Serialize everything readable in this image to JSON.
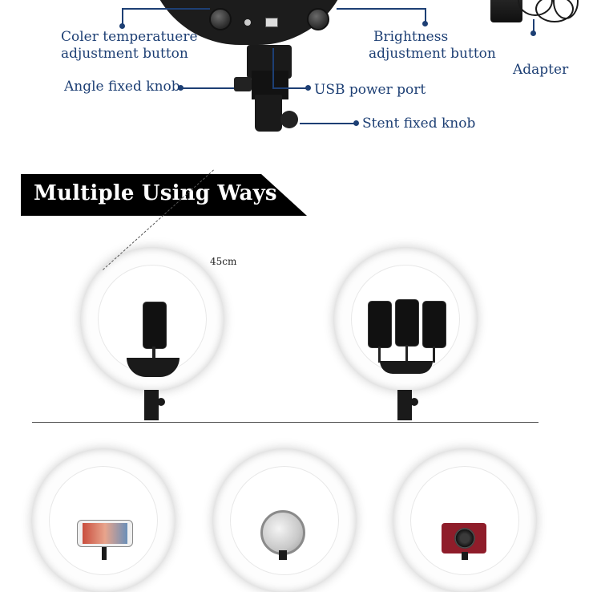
{
  "diagram": {
    "callouts": {
      "color_temp_line1": "Coler temperatuere",
      "color_temp_line2": "adjustment button",
      "brightness_line1": "Brightness",
      "brightness_line2": "adjustment button",
      "adapter": "Adapter",
      "angle_knob": "Angle fixed knob",
      "usb_port": "USB power port",
      "stent_knob": "Stent fixed knob"
    },
    "colors": {
      "callout": "#1d3f74",
      "device": "#1c1c1c"
    }
  },
  "section": {
    "title": "Multiple Using Ways",
    "banner_color": "#000000",
    "title_color": "#ffffff"
  },
  "usage": {
    "dimension_label": "45cm"
  },
  "icons": [
    "ring-light-icon",
    "phone-icon",
    "mirror-icon",
    "camera-icon",
    "adapter-icon"
  ]
}
